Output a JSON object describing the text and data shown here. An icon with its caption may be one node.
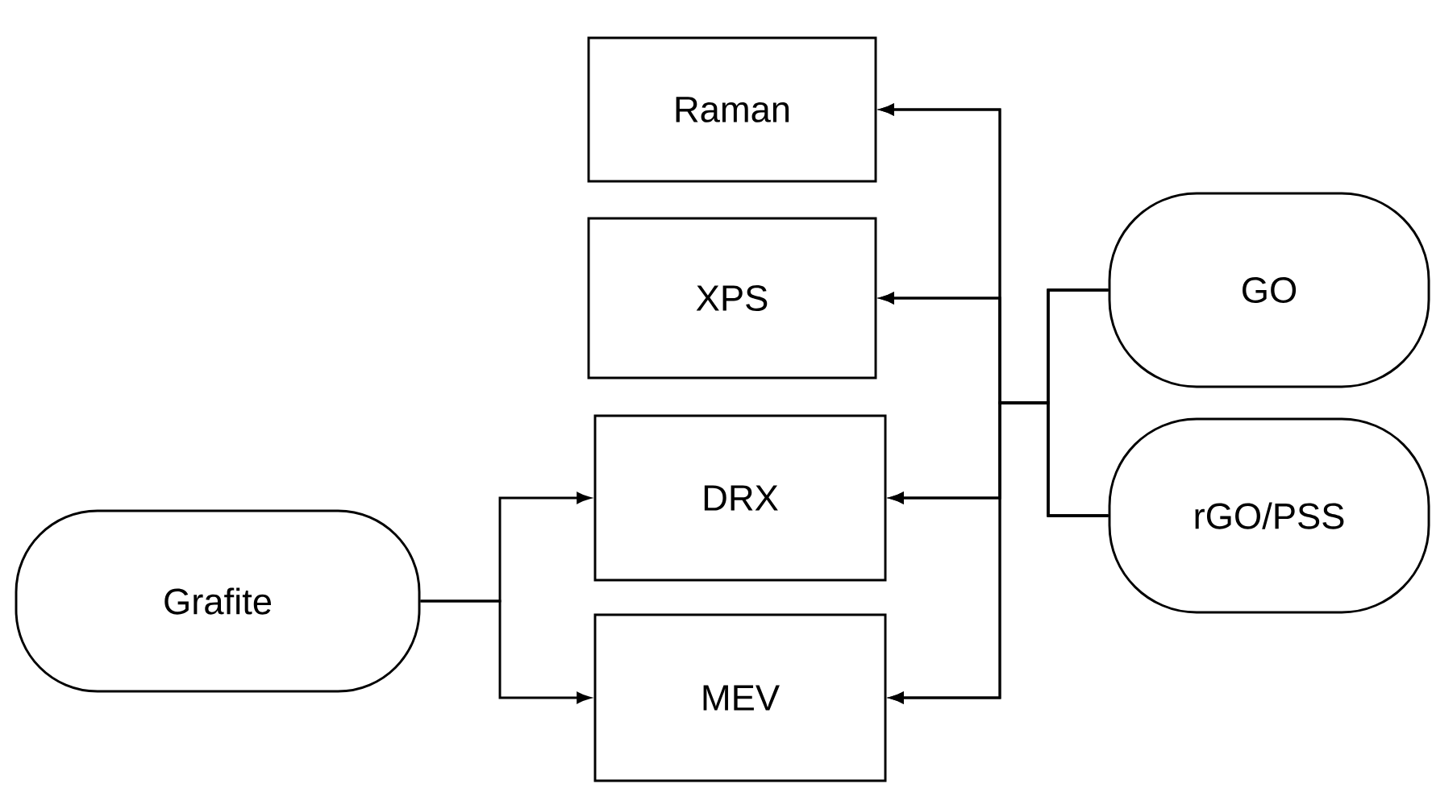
{
  "diagram": {
    "nodes": [
      {
        "text": [
          "Grafite"
        ]
      },
      {
        "text": [
          "Raman"
        ]
      },
      {
        "text": [
          "XPS"
        ]
      },
      {
        "text": [
          "DRX"
        ]
      },
      {
        "text": [
          "MEV"
        ]
      },
      {
        "text": [
          "GO"
        ]
      },
      {
        "text": [
          "rGO/PSS"
        ]
      }
    ],
    "edges": [
      {
        "from": 0,
        "to": 3,
        "arrow": "to"
      },
      {
        "from": 0,
        "to": 4,
        "arrow": "to"
      },
      {
        "from": 5,
        "to": 1,
        "arrow": "to"
      },
      {
        "from": 5,
        "to": 2,
        "arrow": "to"
      },
      {
        "from": 5,
        "to": 3,
        "arrow": "to"
      },
      {
        "from": 5,
        "to": 4,
        "arrow": "to"
      },
      {
        "from": 6,
        "to": 1,
        "arrow": "to"
      },
      {
        "from": 6,
        "to": 2,
        "arrow": "to"
      },
      {
        "from": 6,
        "to": 3,
        "arrow": "to"
      },
      {
        "from": 6,
        "to": 4,
        "arrow": "to"
      }
    ]
  }
}
